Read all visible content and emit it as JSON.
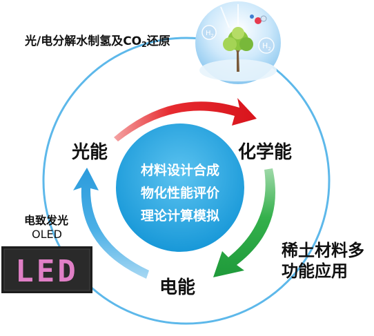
{
  "top_caption": {
    "prefix": "光/电分解水制氢及CO",
    "sub": "2",
    "suffix": "还原"
  },
  "energy": {
    "light": "光能",
    "chemical": "化学能",
    "electric": "电能"
  },
  "center": {
    "line1": "材料设计合成",
    "line2": "物化性能评价",
    "line3": "理论计算模拟"
  },
  "rare_earth": {
    "line1": "稀土材料多",
    "line2": "功能应用"
  },
  "electroluminescence": {
    "line1": "电致发光",
    "line2": "OLED"
  },
  "led_sign": {
    "text": "LED"
  },
  "h2_bubbles": [
    "H",
    "H"
  ],
  "h2_sub": "2",
  "colors": {
    "ring_blue": "#4fb3e8",
    "center_circle": "#21a3e0",
    "arrow_red": "#e8202a",
    "arrow_green": "#2eae4a",
    "arrow_blue": "#4bb0e6",
    "led_pink": "#e080c8"
  }
}
